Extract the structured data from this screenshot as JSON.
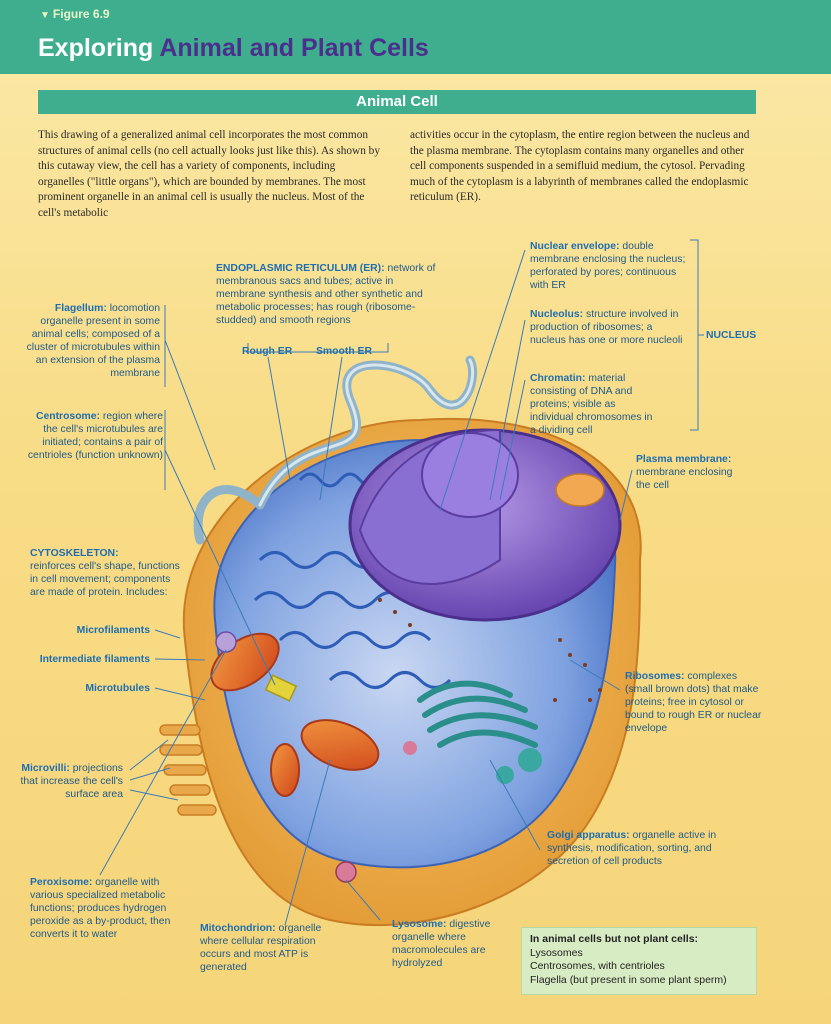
{
  "header": {
    "figure_label": "Figure 6.9",
    "title_white": "Exploring",
    "title_accent": "Animal and Plant Cells"
  },
  "section": {
    "title": "Animal Cell"
  },
  "intro": {
    "left": "This drawing of a generalized animal cell incorporates the most common structures of animal cells (no cell actually looks just like this). As shown by this cutaway view, the cell has a variety of components, including organelles (\"little organs\"), which are bounded by membranes. The most prominent organelle in an animal cell is usually the nucleus. Most of the cell's metabolic",
    "right": "activities occur in the cytoplasm, the entire region between the nucleus and the plasma membrane. The cytoplasm contains many organelles and other cell components suspended in a semifluid medium, the cytosol. Pervading much of the cytoplasm is a labyrinth of membranes called the endoplasmic reticulum (ER)."
  },
  "labels": {
    "er": {
      "term": "ENDOPLASMIC RETICULUM (ER):",
      "desc": "network of membranous sacs and tubes; active in membrane synthesis and other synthetic and metabolic processes; has rough (ribosome-studded) and smooth regions"
    },
    "rough_er": "Rough ER",
    "smooth_er": "Smooth ER",
    "flagellum": {
      "term": "Flagellum:",
      "desc": "locomotion organelle present in some animal cells; composed of a cluster of microtubules within an extension of the plasma membrane"
    },
    "centrosome": {
      "term": "Centrosome:",
      "desc": "region where the cell's microtubules are initiated; contains a pair of centrioles (function unknown)"
    },
    "cytoskeleton": {
      "term": "CYTOSKELETON:",
      "desc": "reinforces cell's shape, functions in cell movement; components are made of protein. Includes:"
    },
    "microfilaments": "Microfilaments",
    "intermediate_filaments": "Intermediate filaments",
    "microtubules": "Microtubules",
    "microvilli": {
      "term": "Microvilli:",
      "desc": "projections that increase the cell's surface area"
    },
    "peroxisome": {
      "term": "Peroxisome:",
      "desc": "organelle with various specialized metabolic functions; produces hydrogen peroxide as a by-product, then converts it to water"
    },
    "mitochondrion": {
      "term": "Mitochondrion:",
      "desc": "organelle where cellular respiration occurs and most ATP is generated"
    },
    "lysosome": {
      "term": "Lysosome:",
      "desc": "digestive organelle where macromolecules are hydrolyzed"
    },
    "nuclear_envelope": {
      "term": "Nuclear envelope:",
      "desc": "double membrane enclosing the nucleus; perforated by pores; continuous with ER"
    },
    "nucleolus": {
      "term": "Nucleolus:",
      "desc": "structure involved in production of ribosomes; a nucleus has one or more nucleoli"
    },
    "chromatin": {
      "term": "Chromatin:",
      "desc": "material consisting of DNA and proteins; visible as individual chromosomes in a dividing cell"
    },
    "nucleus": "NUCLEUS",
    "plasma_membrane": {
      "term": "Plasma membrane:",
      "desc": "membrane enclosing the cell"
    },
    "ribosomes": {
      "term": "Ribosomes:",
      "desc": "complexes (small brown dots) that make proteins; free in cytosol or bound to rough ER or nuclear envelope"
    },
    "golgi": {
      "term": "Golgi apparatus:",
      "desc": "organelle active in synthesis, modification, sorting, and secretion of cell products"
    }
  },
  "legend": {
    "title": "In animal cells but not plant cells:",
    "items": [
      "Lysosomes",
      "Centrosomes, with centrioles",
      "Flagella (but present in some plant sperm)"
    ]
  },
  "colors": {
    "header": "#3fae8f",
    "title_accent": "#4b2f8c",
    "label_text": "#1f6eb0",
    "legend_bg": "#d8ecc4"
  }
}
